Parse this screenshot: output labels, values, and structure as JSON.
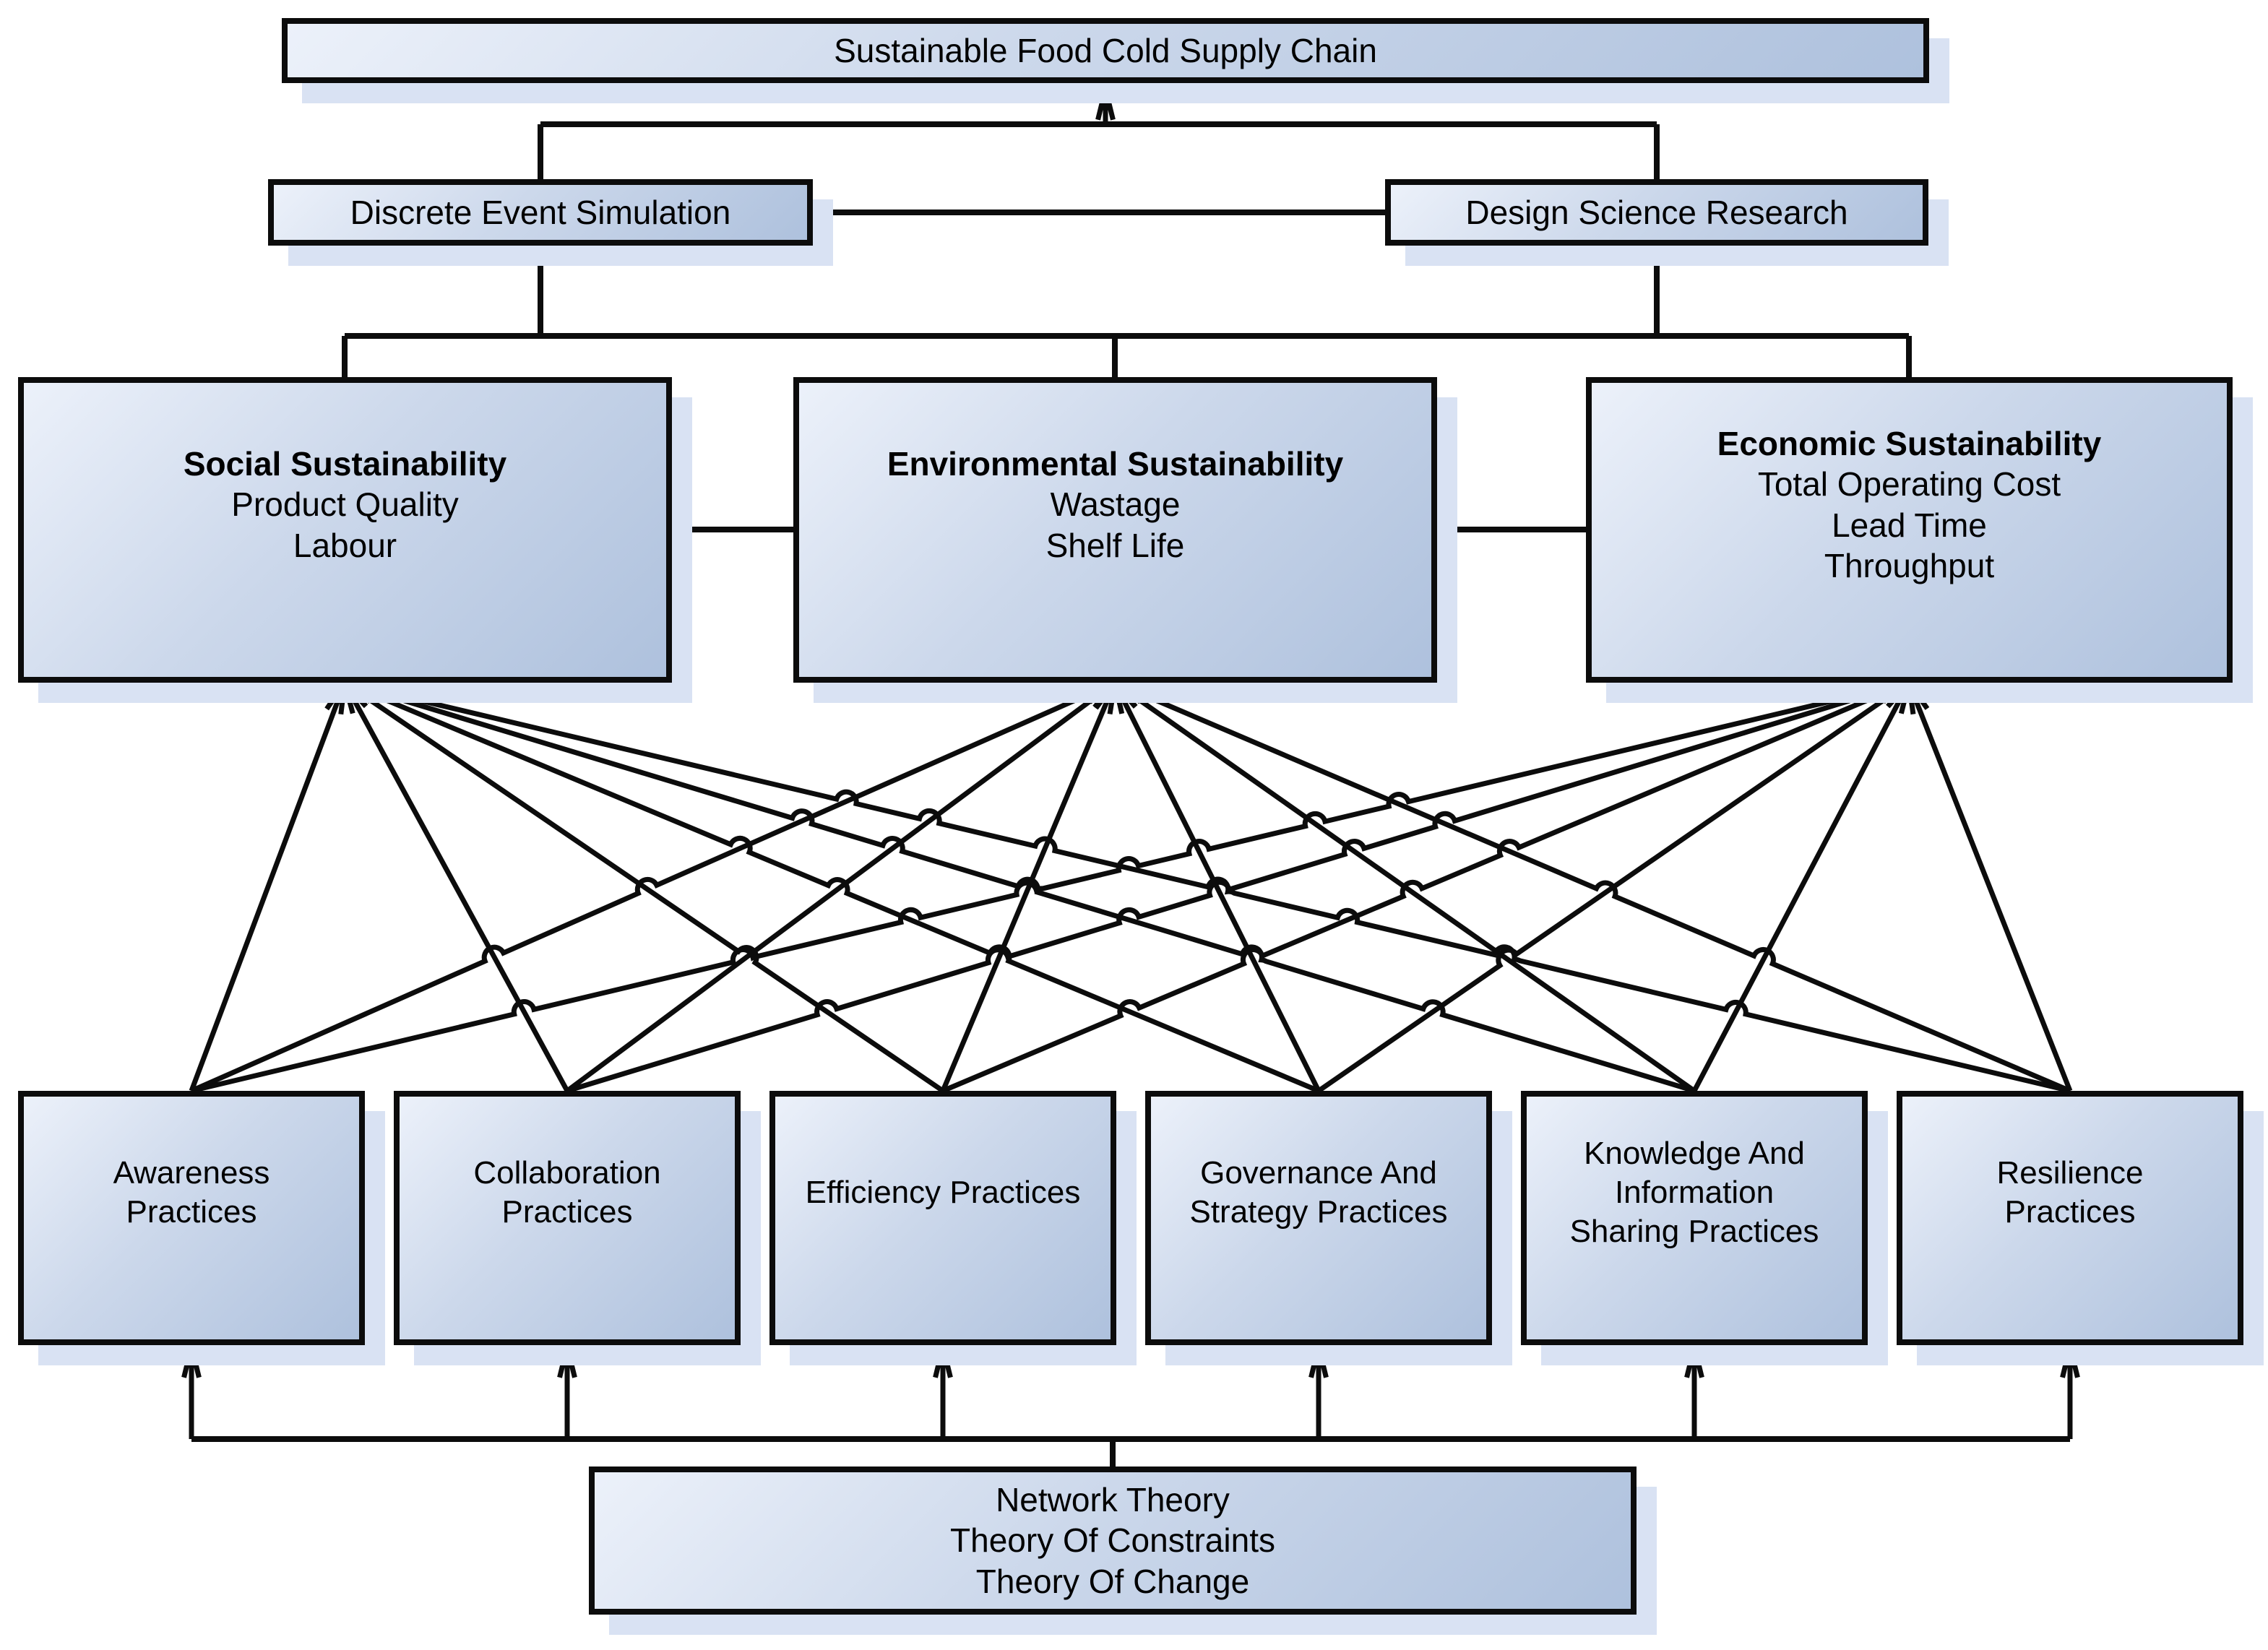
{
  "top_box": {
    "label": "Sustainable Food Cold Supply Chain"
  },
  "methods": {
    "des": {
      "label": "Discrete Event Simulation"
    },
    "dsr": {
      "label": "Design Science Research"
    }
  },
  "pillars": [
    {
      "title": "Social Sustainability",
      "items": [
        "Product Quality",
        "Labour"
      ]
    },
    {
      "title": "Environmental Sustainability",
      "items": [
        "Wastage",
        "Shelf Life"
      ]
    },
    {
      "title": "Economic Sustainability",
      "items": [
        "Total Operating Cost",
        "Lead Time",
        "Throughput"
      ]
    }
  ],
  "practices": [
    {
      "lines": [
        "Awareness",
        "Practices"
      ]
    },
    {
      "lines": [
        "Collaboration",
        "Practices"
      ]
    },
    {
      "lines": [
        "Efficiency Practices"
      ]
    },
    {
      "lines": [
        "Governance And",
        "Strategy Practices"
      ]
    },
    {
      "lines": [
        "Knowledge And",
        "Information",
        "Sharing Practices"
      ]
    },
    {
      "lines": [
        "Resilience",
        "Practices"
      ]
    }
  ],
  "theories": {
    "lines": [
      "Network Theory",
      "Theory Of Constraints",
      "Theory Of Change"
    ]
  },
  "colors": {
    "line": "#0c0c0c",
    "box_border": "#0c0c0c",
    "box_fill_light": "#ecf1fa",
    "box_fill_dark": "#aec1dd",
    "shadow": "#d9e2f3"
  }
}
